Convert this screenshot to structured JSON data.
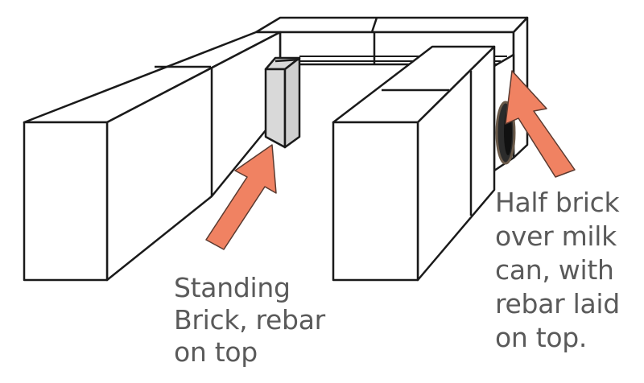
{
  "labels": {
    "standing_brick": [
      "Standing",
      "Brick, rebar",
      "on top"
    ],
    "half_brick": [
      "Half brick",
      "over milk",
      "can, with",
      "rebar laid",
      "on top."
    ]
  },
  "colors": {
    "outline": "#1a1a1a",
    "brick_face": "#ffffff",
    "standing_brick_face": "#d9d9d9",
    "arrow_fill": "#f08262",
    "arrow_stroke": "#5a3a30",
    "text": "#5a5a5a",
    "milk_can_dark": "#2b2b2b",
    "milk_can_rim": "#6a5a4a"
  },
  "icons": [
    "standing-brick-arrow-icon",
    "half-brick-arrow-icon",
    "milk-can-icon"
  ]
}
